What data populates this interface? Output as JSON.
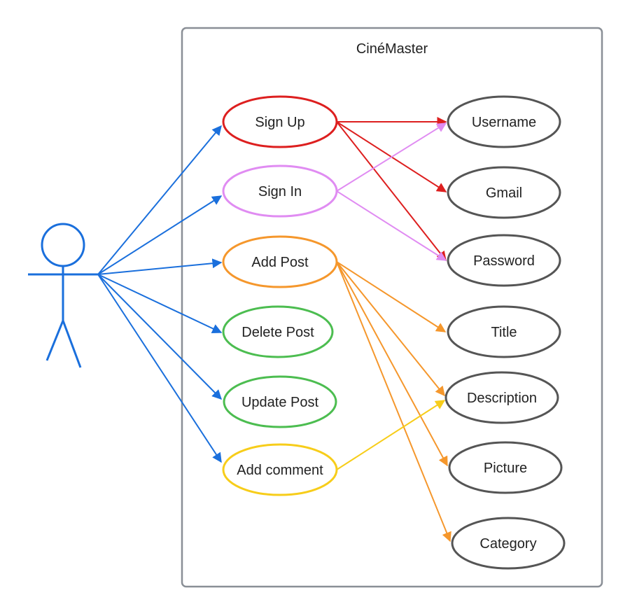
{
  "system": {
    "title": "CinéMaster",
    "border_color": "#8a8f96"
  },
  "actor": {
    "color": "#1a6fdc"
  },
  "use_cases": [
    {
      "id": "signup",
      "label": "Sign Up",
      "color": "#dd1f1f"
    },
    {
      "id": "signin",
      "label": "Sign In",
      "color": "#e08cf2"
    },
    {
      "id": "addpost",
      "label": "Add Post",
      "color": "#f5972c"
    },
    {
      "id": "deletepost",
      "label": "Delete Post",
      "color": "#4cbd50"
    },
    {
      "id": "updatepost",
      "label": "Update Post",
      "color": "#4cbd50"
    },
    {
      "id": "addcomment",
      "label": "Add comment",
      "color": "#f7cd1a"
    }
  ],
  "attributes": [
    {
      "id": "username",
      "label": "Username"
    },
    {
      "id": "gmail",
      "label": "Gmail"
    },
    {
      "id": "password",
      "label": "Password"
    },
    {
      "id": "title",
      "label": "Title"
    },
    {
      "id": "description",
      "label": "Description"
    },
    {
      "id": "picture",
      "label": "Picture"
    },
    {
      "id": "category",
      "label": "Category"
    }
  ],
  "attribute_color": "#555555",
  "connections": [
    {
      "from": "actor",
      "to": "signup",
      "color": "#1a6fdc"
    },
    {
      "from": "actor",
      "to": "signin",
      "color": "#1a6fdc"
    },
    {
      "from": "actor",
      "to": "addpost",
      "color": "#1a6fdc"
    },
    {
      "from": "actor",
      "to": "deletepost",
      "color": "#1a6fdc"
    },
    {
      "from": "actor",
      "to": "updatepost",
      "color": "#1a6fdc"
    },
    {
      "from": "actor",
      "to": "addcomment",
      "color": "#1a6fdc"
    },
    {
      "from": "signup",
      "to": "username",
      "color": "#dd1f1f"
    },
    {
      "from": "signup",
      "to": "gmail",
      "color": "#dd1f1f"
    },
    {
      "from": "signup",
      "to": "password",
      "color": "#dd1f1f"
    },
    {
      "from": "signin",
      "to": "username",
      "color": "#e08cf2"
    },
    {
      "from": "signin",
      "to": "password",
      "color": "#e08cf2"
    },
    {
      "from": "addpost",
      "to": "title",
      "color": "#f5972c"
    },
    {
      "from": "addpost",
      "to": "description",
      "color": "#f5972c"
    },
    {
      "from": "addpost",
      "to": "picture",
      "color": "#f5972c"
    },
    {
      "from": "addpost",
      "to": "category",
      "color": "#f5972c"
    },
    {
      "from": "addcomment",
      "to": "description",
      "color": "#f7cd1a"
    }
  ]
}
